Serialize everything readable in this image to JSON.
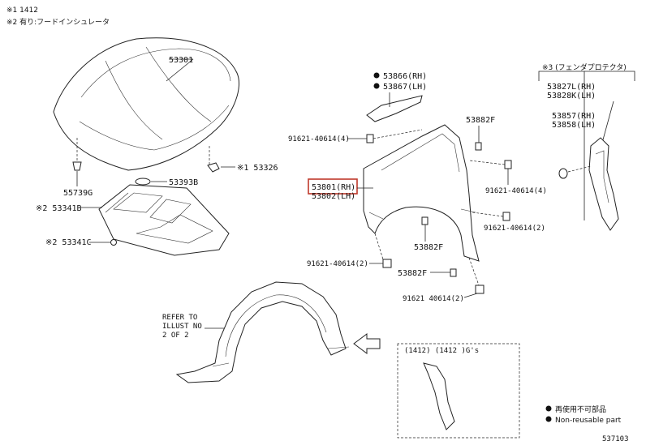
{
  "header": {
    "note1": "※1      1412",
    "note2": "※2 有り:フードインシュレータ"
  },
  "labels": {
    "hood": "53301",
    "hood_grommet": "53393B",
    "hood_clip": "※1 53326",
    "hood_bumper": "55739G",
    "insulator": "※2 53341B",
    "insulator_clip": "※2 53341C",
    "seal_rh": "53866(RH)",
    "seal_lh": "53867(LH)",
    "bolt_a": "91621-40614(4)",
    "clip_top": "53882F",
    "fender_rh": "53801(RH)",
    "fender_lh": "53802(LH)",
    "bolt_b": "91621-40614(4)",
    "bolt_c": "91621-40614(2)",
    "clip_mid": "53882F",
    "bolt_d": "91621-40614(2)",
    "clip_low": "53882F",
    "bolt_e": "91621 40614(2)",
    "protector_title": "※3 (フェンダプロテクタ)",
    "protector_rh": "53827L(RH)",
    "protector_lh": "53828K(LH)",
    "protector2_rh": "53857(RH)",
    "protector2_lh": "53858(LH)",
    "refer_1": "REFER TO",
    "refer_2": "ILLUST NO",
    "refer_3": "2 OF 2",
    "variant": "(1412)  (1412    )G's",
    "legend_jp": "再使用不可部品",
    "legend_en": "Non-reusable part",
    "code": "537103"
  },
  "colors": {
    "highlight": "#c0392b",
    "ink": "#222222"
  }
}
